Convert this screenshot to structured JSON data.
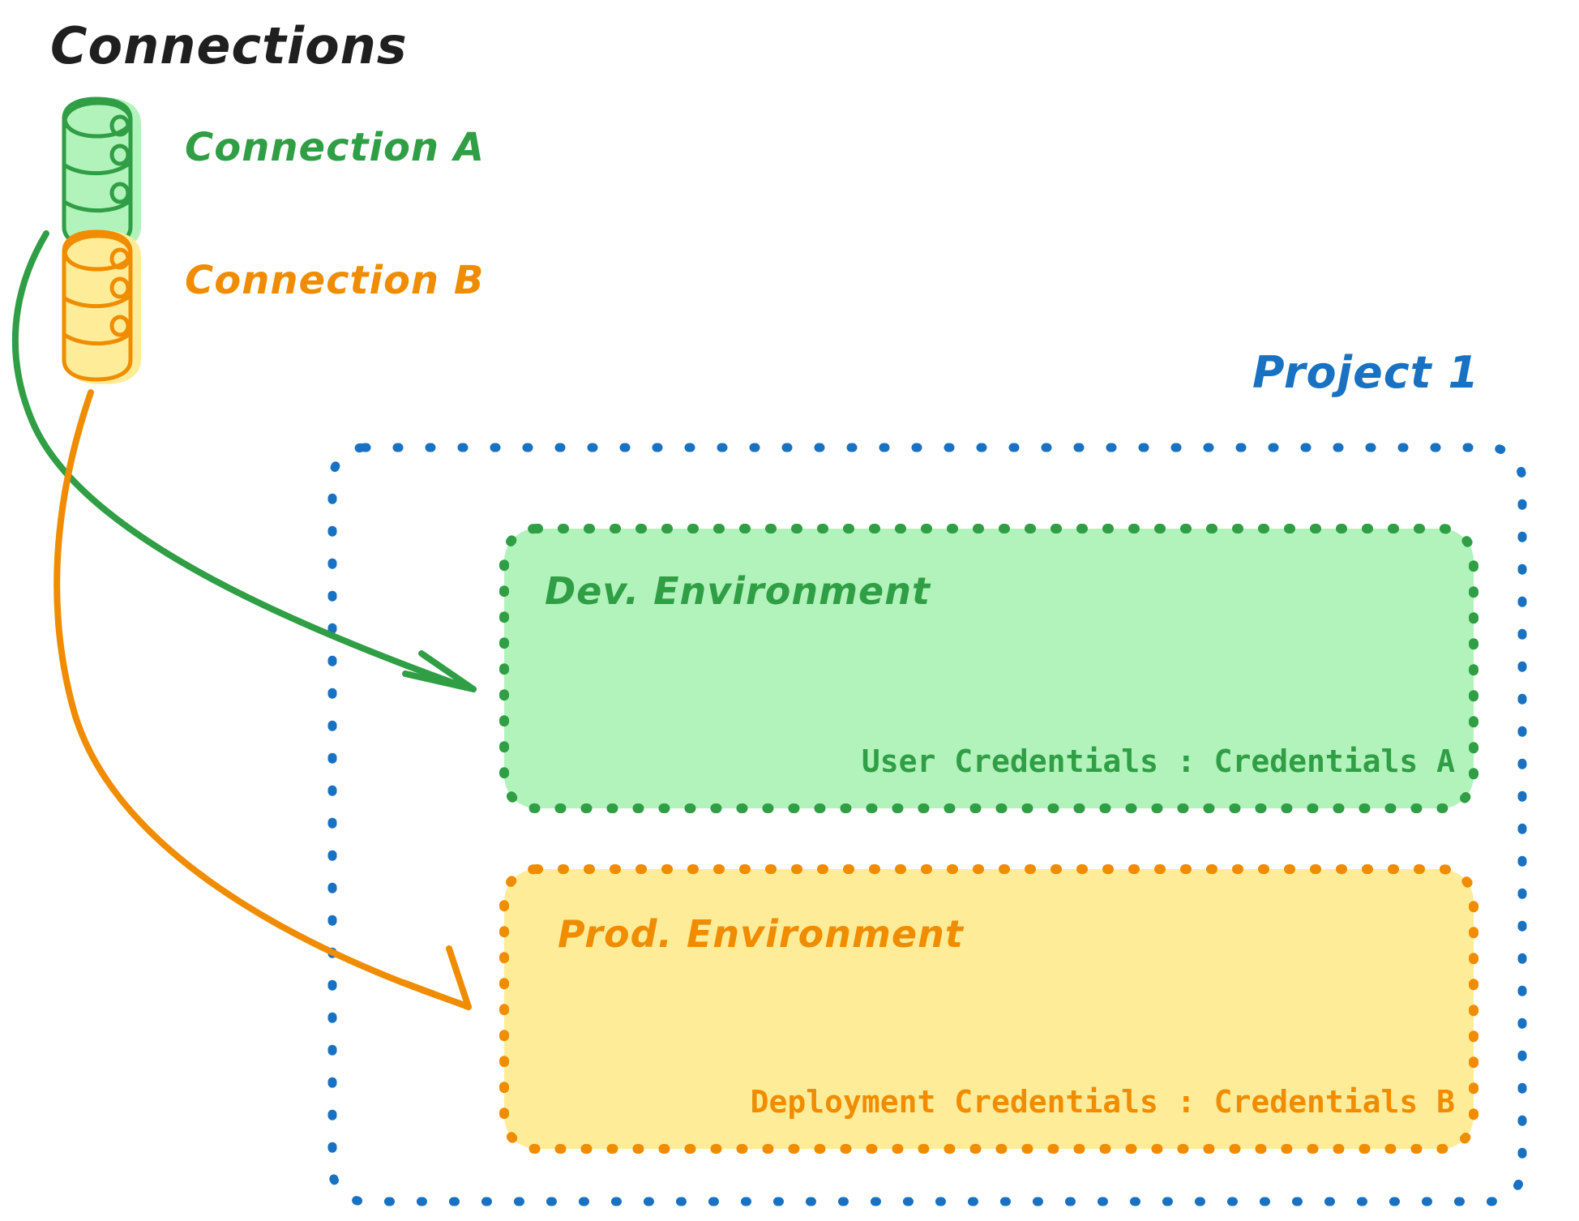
{
  "title": "Connections",
  "colors": {
    "title_text": "#1f1f1f",
    "green_stroke": "#2f9e44",
    "green_fill": "#b2f2bb",
    "orange_stroke": "#f08c00",
    "orange_fill": "#ffec99",
    "blue_stroke": "#1971c2",
    "background": "#ffffff"
  },
  "connections": [
    {
      "id": "connection-a",
      "label": "Connection A",
      "icon": "database-cylinder-icon",
      "color": "#2f9e44"
    },
    {
      "id": "connection-b",
      "label": "Connection B",
      "icon": "database-cylinder-icon",
      "color": "#f08c00"
    }
  ],
  "project": {
    "label": "Project 1",
    "border_style": "dotted",
    "border_color": "#1971c2",
    "environments": [
      {
        "id": "dev-environment",
        "title": "Dev. Environment",
        "credential_key": "User Credentials",
        "credential_separator": ":",
        "credential_value": "Credentials A",
        "credential_line": "User Credentials : Credentials A",
        "stroke": "#2f9e44",
        "fill": "#b2f2bb"
      },
      {
        "id": "prod-environment",
        "title": "Prod. Environment",
        "credential_key": "Deployment Credentials",
        "credential_separator": ":",
        "credential_value": "Credentials B",
        "credential_line": "Deployment Credentials : Credentials B",
        "stroke": "#f08c00",
        "fill": "#ffec99"
      }
    ]
  },
  "arrows": [
    {
      "id": "arrow-connection-a-to-dev",
      "from": "connection-a",
      "to": "dev-environment",
      "color": "#2f9e44"
    },
    {
      "id": "arrow-connection-b-to-prod",
      "from": "connection-b",
      "to": "prod-environment",
      "color": "#f08c00"
    }
  ]
}
